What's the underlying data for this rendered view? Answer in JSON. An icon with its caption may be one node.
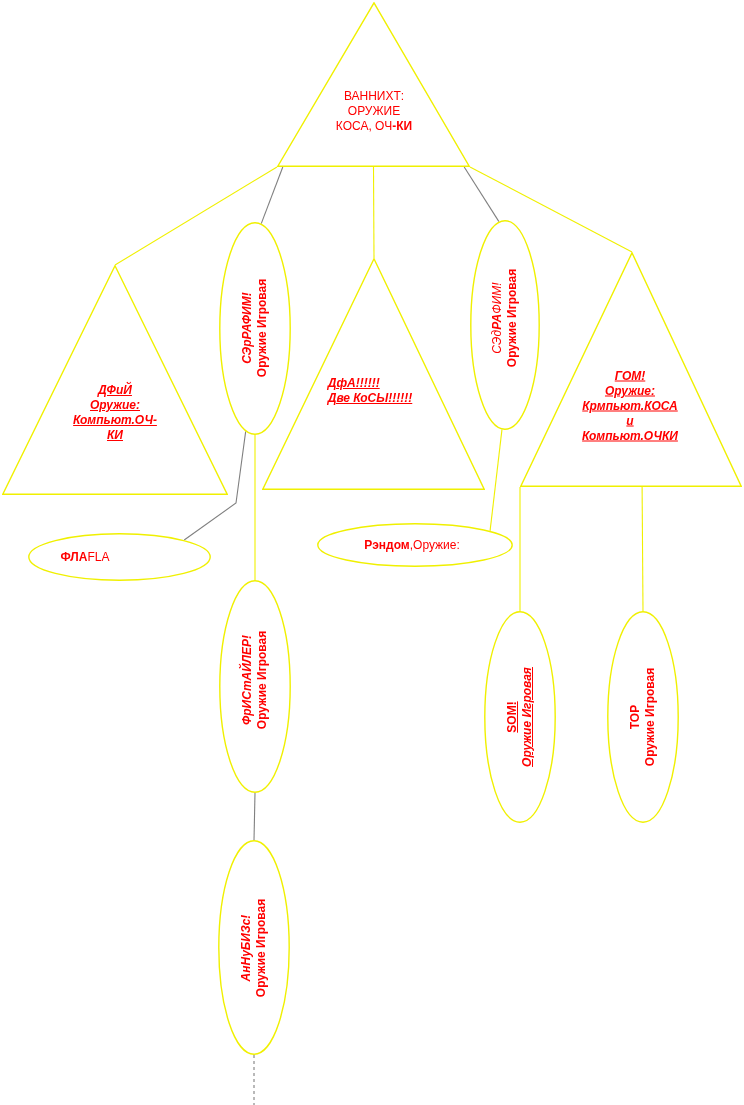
{
  "diagram": {
    "nodes": [
      {
        "text": [
          "ВАННИХТ: ОРУЖИЕ КОСА, ОЧ**-КИ**"
        ]
      },
      {
        "text": [
          "ДФиЙ Оружие: Компьют.ОЧ-КИ"
        ]
      },
      {
        "text": [
          "СЭрРАФИМ!",
          "Оружие Игровая"
        ]
      },
      {
        "text": [
          "ДфА!!!!!!",
          "Две КоСЫ!!!!!!"
        ]
      },
      {
        "text": [
          "СЭд**РА**ФИМ!",
          "Оружие Игровая"
        ]
      },
      {
        "text": [
          "ГОМ!",
          "Оружие: Крмпьют.КОСА и Компьют.ОЧКИ"
        ]
      },
      {
        "text": [
          "**ФЛА**FLA"
        ]
      },
      {
        "text": [
          "**Рэндом**,Оружие:"
        ]
      },
      {
        "text": [
          "ФрИСтАЙЛЕР!",
          "Оружие Игровая"
        ]
      },
      {
        "text": [
          "SOM!",
          "Оружие Игровая"
        ]
      },
      {
        "text": [
          "ТОР",
          "Оружие Игровая"
        ]
      },
      {
        "text": [
          "АнНуБИЗс!",
          "Оружие Игровая"
        ]
      }
    ],
    "edges": [
      {
        "from": 0,
        "to": 1,
        "arrow": "none"
      },
      {
        "from": 0,
        "to": 2,
        "arrow": "none",
        "color": "#808080"
      },
      {
        "from": 0,
        "to": 3,
        "arrow": "none"
      },
      {
        "from": 0,
        "to": 4,
        "arrow": "none",
        "color": "#808080"
      },
      {
        "from": 0,
        "to": 5,
        "arrow": "none"
      },
      {
        "from": 2,
        "to": 6,
        "arrow": "none",
        "color": "#808080"
      },
      {
        "from": 2,
        "to": 8,
        "arrow": "none"
      },
      {
        "from": 4,
        "to": 7,
        "arrow": "none"
      },
      {
        "from": 5,
        "to": 9,
        "arrow": "none"
      },
      {
        "from": 5,
        "to": 10,
        "arrow": "none"
      },
      {
        "from": 8,
        "to": 11,
        "arrow": "none",
        "color": "#808080"
      },
      {
        "from": 11,
        "to": null,
        "arrow": "none",
        "style": "dashed",
        "color": "#808080"
      }
    ]
  }
}
